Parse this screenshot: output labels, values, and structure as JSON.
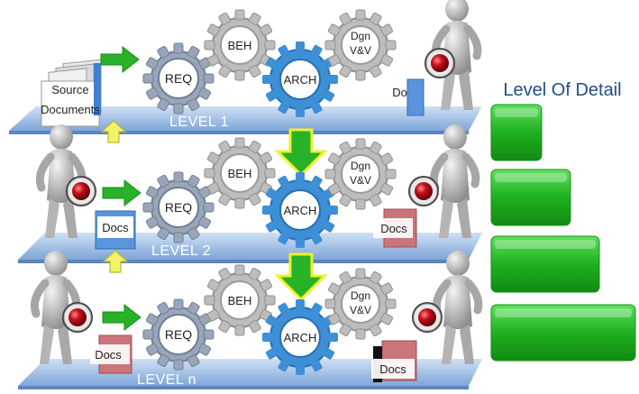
{
  "title": "Level Of Detail",
  "source_label": [
    "Source",
    "Documents"
  ],
  "gear_labels": {
    "req": "REQ",
    "beh": "BEH",
    "arch": "ARCH",
    "dgn": [
      "Dgn",
      "V&V"
    ]
  },
  "docs_label": "Docs",
  "levels": [
    {
      "label": "LEVEL 1",
      "detail_fraction": 0.35
    },
    {
      "label": "LEVEL 2",
      "detail_fraction": 0.55
    },
    {
      "label": "LEVEL n",
      "detail_fraction": 0.75
    }
  ],
  "extra_detail_fraction": 1.0,
  "colors": {
    "blue_gear": "#3d8fd6",
    "grey_gear": "#c8c8c8",
    "green": "#27b227",
    "arrow_yellow": "#f3f36a",
    "title": "#1f4e8a"
  }
}
